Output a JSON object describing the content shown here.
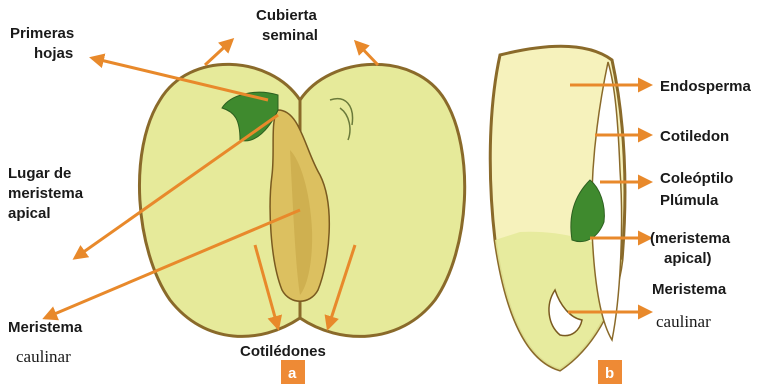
{
  "colors": {
    "arrow": "#e8892b",
    "seed_fill": "#e6ea9a",
    "seed_outline": "#8a6a2a",
    "embryo_fill": "#dcc060",
    "leaf_green": "#3f8a2e",
    "badge": "#ee8a35",
    "endosperm_fill": "#f6f2bc"
  },
  "labels": {
    "primeras_hojas": [
      "Primeras",
      "hojas"
    ],
    "cubierta_seminal": [
      "Cubierta",
      "seminal"
    ],
    "lugar_meristema": [
      "Lugar de",
      "meristema",
      "apical"
    ],
    "meristema_left": "Meristema",
    "caulinar_left": "caulinar",
    "cotiledones": "Cotilédones",
    "endosperma": "Endosperma",
    "cotiledon": "Cotiledon",
    "coleoptilo": "Coleóptilo",
    "plumula": "Plúmula",
    "meristema_apical": [
      "(meristema",
      "apical)"
    ],
    "meristema_right": "Meristema",
    "caulinar_right": "caulinar"
  },
  "badges": {
    "a": "a",
    "b": "b"
  },
  "icons": [
    "arrow-icon"
  ]
}
